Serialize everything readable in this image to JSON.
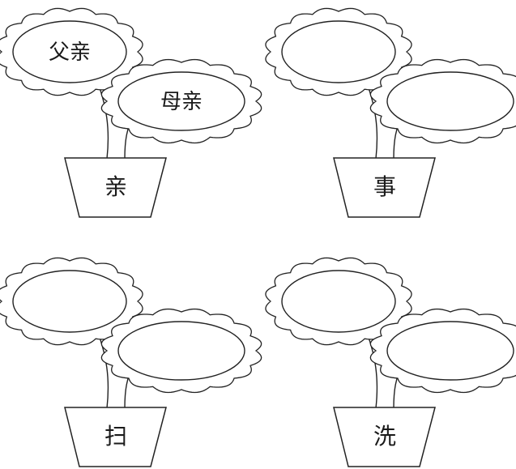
{
  "worksheet": {
    "plants": [
      {
        "top_flower": "父亲",
        "side_flower": "母亲",
        "pot_char": "亲"
      },
      {
        "top_flower": "",
        "side_flower": "",
        "pot_char": "事"
      },
      {
        "top_flower": "",
        "side_flower": "",
        "pot_char": "扫"
      },
      {
        "top_flower": "",
        "side_flower": "",
        "pot_char": "洗"
      }
    ]
  }
}
